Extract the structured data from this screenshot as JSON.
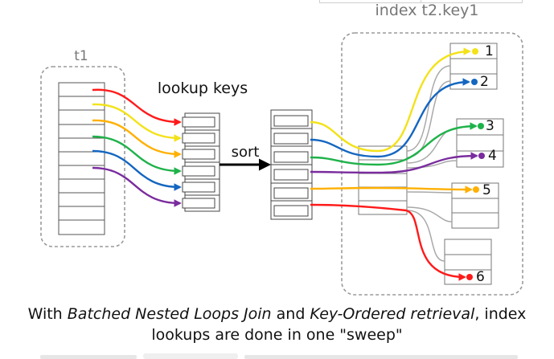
{
  "labels": {
    "t1": "t1",
    "lookup_keys": "lookup keys",
    "sort": "sort",
    "index": "index t2.key1",
    "leaf_numbers": [
      "1",
      "2",
      "3",
      "4",
      "5",
      "6"
    ]
  },
  "caption": {
    "line1_prefix": "With ",
    "line1_em1": "Batched Nested Loops Join",
    "line1_mid": " and ",
    "line1_em2": "Key-Ordered retrieval",
    "line1_suffix": ", index",
    "line2": "lookups are done in one \"sweep\""
  },
  "colors": {
    "red": "#ff1a1a",
    "yellow": "#f3e21a",
    "orange": "#ffb000",
    "green": "#1fb24a",
    "blue": "#1466c0",
    "purple": "#7a2c9e",
    "connector": "#a9a9a9",
    "frame": "#9a9a9a",
    "grid": "#555555"
  }
}
